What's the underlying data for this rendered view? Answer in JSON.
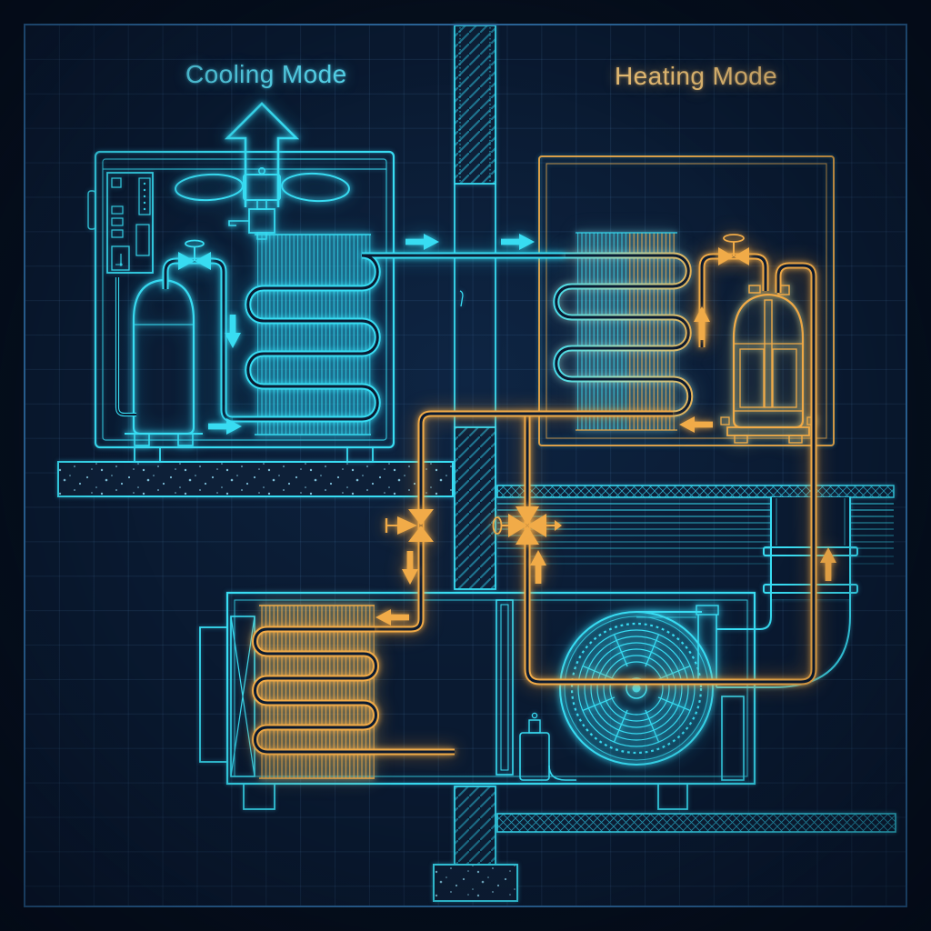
{
  "meta": {
    "drawing_type": "HVAC heat-pump blueprint schematic"
  },
  "titles": {
    "cooling": "Cooling Mode",
    "heating": "Heating Mode"
  },
  "colors": {
    "background": "#060f1d",
    "background_inner": "#0a1a31",
    "grid_line": "#3a6ca6",
    "frame": "#2e6ca3",
    "cooling": "#38dcf2",
    "cooling_text": "#58d9f0",
    "heating": "#f1ab48",
    "heating_bright": "#ffd694",
    "heating_text": "#f3c678"
  },
  "components": {
    "outdoor_unit": [
      "cabinet",
      "control-panel",
      "condenser-fan",
      "fan-motor",
      "compressor",
      "service-valve",
      "condenser-coil",
      "air-discharge-arrow",
      "mounting-feet",
      "concrete-pad"
    ],
    "indoor_unit": [
      "cabinet",
      "indoor-coil",
      "shutoff-valve",
      "compressor-cutaway"
    ],
    "center_structure": [
      "partition-wall",
      "door-handle",
      "wall-footing",
      "ceiling-slab",
      "supply-duct",
      "duct-riser",
      "floor-slab"
    ],
    "refrigerant_circuit": [
      "suction-line",
      "liquid-line",
      "hot-gas-line",
      "expansion-valve",
      "reversing-valve"
    ],
    "air_handler": [
      "cabinet",
      "return-plenum",
      "air-filter",
      "heating-coil",
      "divider-duct",
      "blower-fan",
      "access-panel",
      "condensate-pump",
      "mounting-feet"
    ]
  },
  "flow_arrows": {
    "cooling": [
      "right",
      "right",
      "down",
      "right",
      "up-air-discharge"
    ],
    "heating": [
      "left",
      "up",
      "down",
      "up",
      "up",
      "left"
    ]
  }
}
